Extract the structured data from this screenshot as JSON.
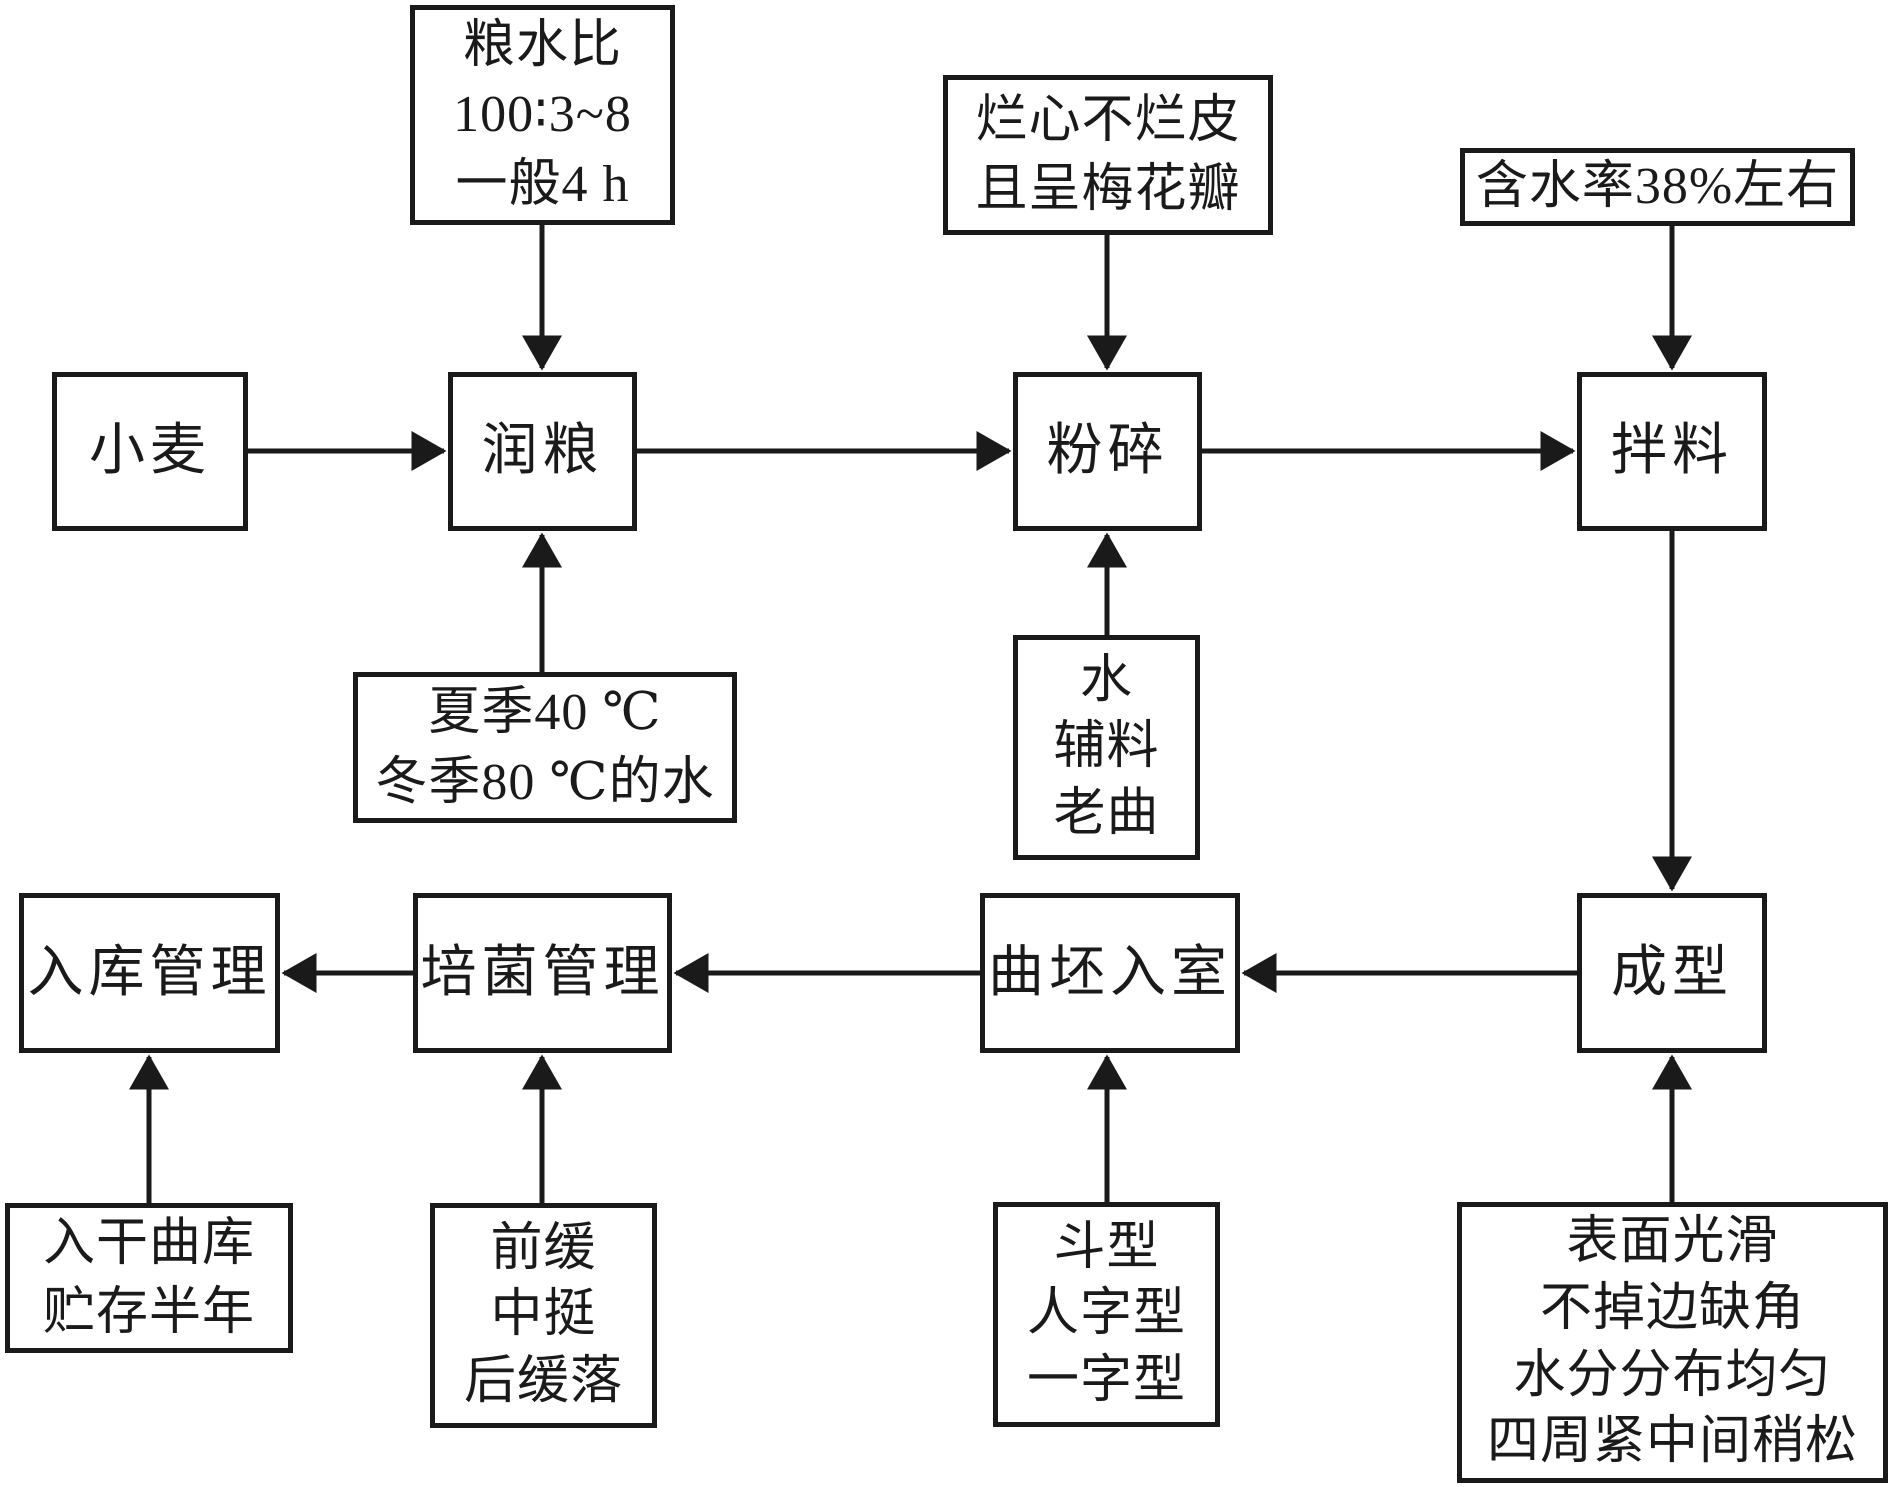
{
  "diagram": {
    "type": "flowchart",
    "subject": "小麦制曲工艺流程",
    "background_color": "#ffffff",
    "line_color": "#1a1a1a",
    "process_nodes": {
      "xiaomai": {
        "label": "小麦"
      },
      "runliang": {
        "label": "润粮"
      },
      "fensui": {
        "label": "粉碎"
      },
      "banliao": {
        "label": "拌料"
      },
      "chengxing": {
        "label": "成型"
      },
      "qupei_rushi": {
        "label": "曲坯入室"
      },
      "peijun_guanli": {
        "label": "培菌管理"
      },
      "ruku_guanli": {
        "label": "入库管理"
      }
    },
    "annotation_nodes": {
      "liangshuibi": {
        "label": "粮水比\n100∶3~8\n一般4 h"
      },
      "lanxin": {
        "label": "烂心不烂皮\n且呈梅花瓣"
      },
      "hanshuilv": {
        "label": "含水率38%左右"
      },
      "shuiwen": {
        "label": "夏季40 ℃\n冬季80 ℃的水"
      },
      "fuliao": {
        "label": "水\n辅料\n老曲"
      },
      "ganquku": {
        "label": "入干曲库\n贮存半年"
      },
      "peijun_quxian": {
        "label": "前缓\n中挺\n后缓落"
      },
      "qupi_xingzhuang": {
        "label": "斗型\n人字型\n一字型"
      },
      "chengxing_yaoqiu": {
        "label": "表面光滑\n不掉边缺角\n水分分布均匀\n四周紧中间稍松"
      }
    },
    "edges": [
      {
        "from": "小麦",
        "to": "润粮"
      },
      {
        "from": "润粮",
        "to": "粉碎"
      },
      {
        "from": "粉碎",
        "to": "拌料"
      },
      {
        "from": "拌料",
        "to": "成型"
      },
      {
        "from": "成型",
        "to": "曲坯入室"
      },
      {
        "from": "曲坯入室",
        "to": "培菌管理"
      },
      {
        "from": "培菌管理",
        "to": "入库管理"
      },
      {
        "from": "粮水比 100∶3~8 一般4 h",
        "to": "润粮"
      },
      {
        "from": "夏季40 ℃ 冬季80 ℃的水",
        "to": "润粮"
      },
      {
        "from": "烂心不烂皮 且呈梅花瓣",
        "to": "粉碎"
      },
      {
        "from": "水 辅料 老曲",
        "to": "粉碎"
      },
      {
        "from": "含水率38%左右",
        "to": "拌料"
      },
      {
        "from": "表面光滑 不掉边缺角 水分分布均匀 四周紧中间稍松",
        "to": "成型"
      },
      {
        "from": "斗型 人字型 一字型",
        "to": "曲坯入室"
      },
      {
        "from": "前缓 中挺 后缓落",
        "to": "培菌管理"
      },
      {
        "from": "入干曲库 贮存半年",
        "to": "入库管理"
      }
    ]
  }
}
